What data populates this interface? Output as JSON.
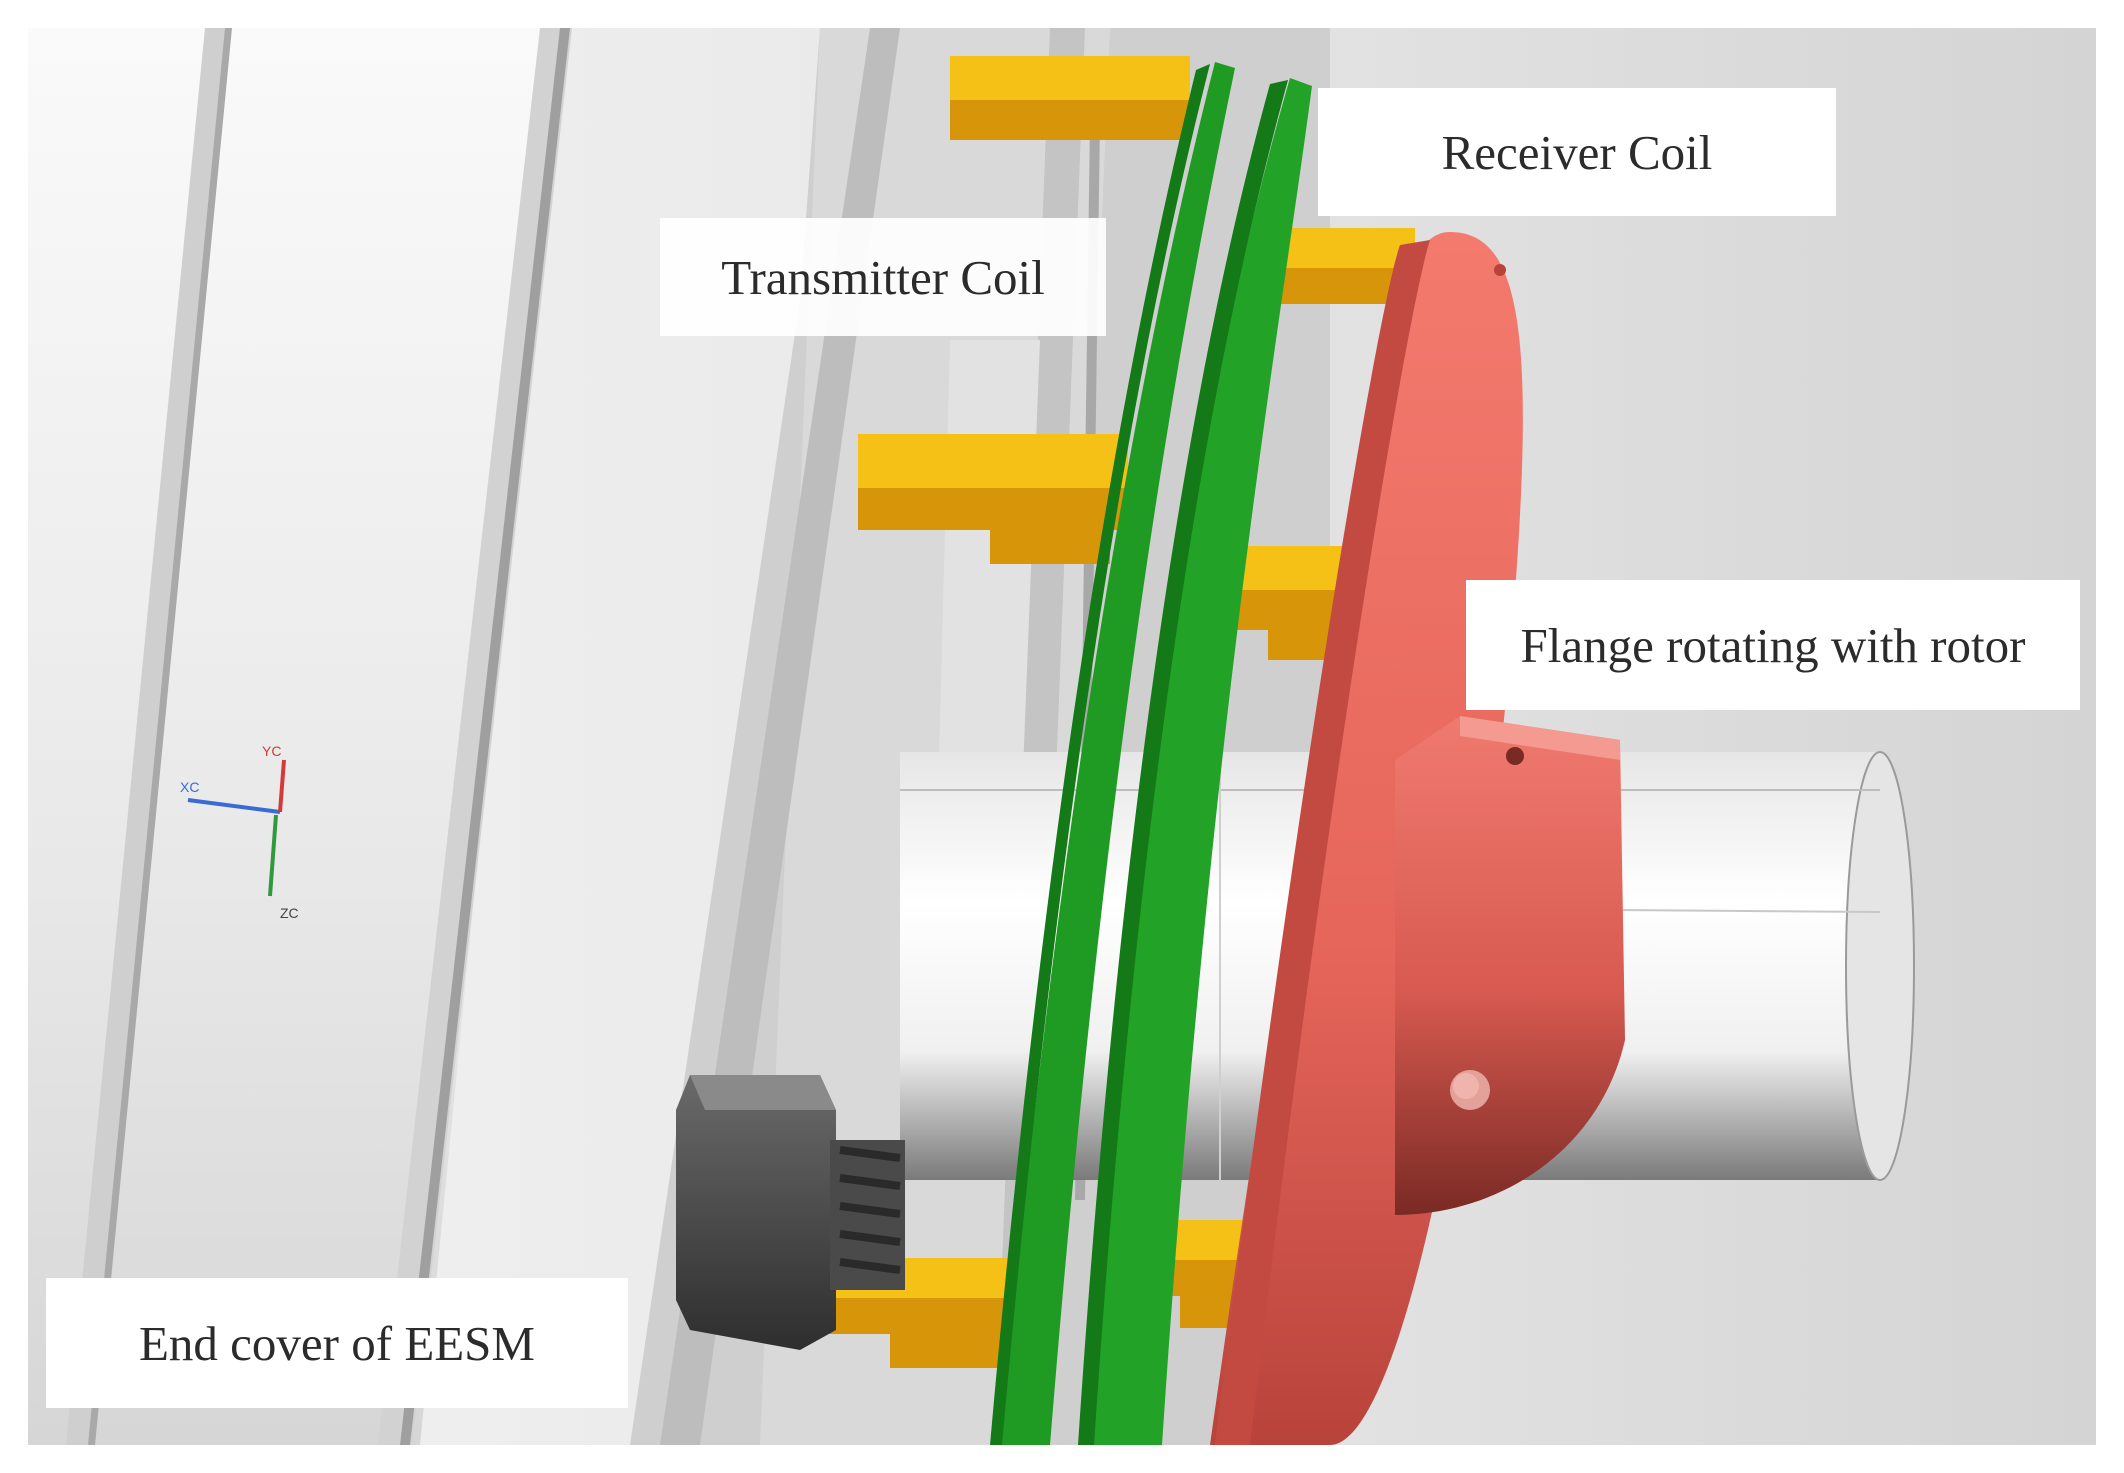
{
  "labels": {
    "receiver_coil": "Receiver Coil",
    "transmitter_coil": "Transmitter Coil",
    "flange": "Flange rotating with rotor",
    "end_cover": "End cover of EESM"
  },
  "axis_triad": {
    "x_label": "XC",
    "y_label": "YC",
    "z_label": "ZC"
  },
  "colors": {
    "coil_green": "#1f9a23",
    "flange_red": "#e8675c",
    "spacer_yellow": "#f2b10d",
    "shaft_white": "#f4f4f4",
    "end_cover_gray": "#e2e2e2"
  }
}
